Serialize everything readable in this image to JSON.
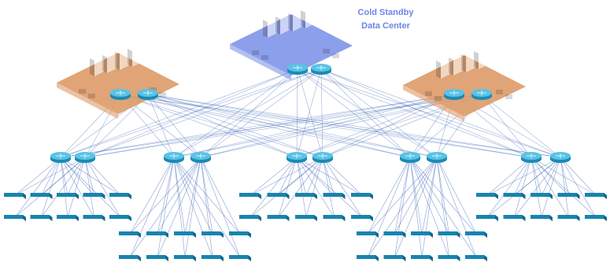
{
  "label": {
    "line1": "Cold Standby",
    "line2": "Data Center"
  },
  "colors": {
    "link": "#3f68b8",
    "router": "#1a8bb4",
    "router_top": "#59c3e4",
    "switch": "#1884b0",
    "switch_top": "#4fbbdf",
    "dc_standby": "#7f95e8",
    "dc_active": "#dd9a68",
    "label": "#6c86e6"
  },
  "icons": {
    "router": "router-icon",
    "switch": "switch-icon",
    "data_center": "data-center-icon"
  },
  "topology": {
    "data_centers": [
      {
        "id": "dc-left",
        "role": "active",
        "routers": 2
      },
      {
        "id": "dc-standby",
        "role": "standby",
        "routers": 2
      },
      {
        "id": "dc-right",
        "role": "active",
        "routers": 2
      }
    ],
    "distribution_pairs": 5,
    "access_rows_per_pair": 2,
    "switches_per_row": 5
  }
}
